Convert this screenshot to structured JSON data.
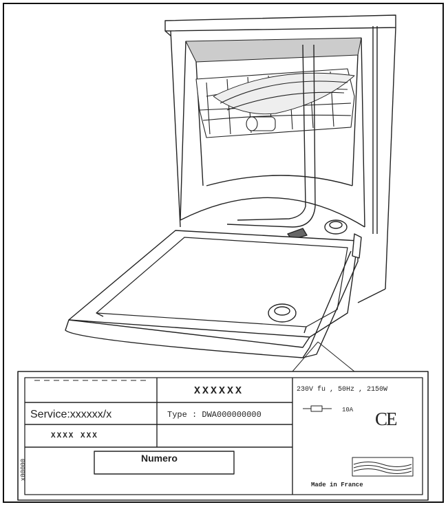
{
  "rating_plate": {
    "top_code": "XXXXXX",
    "service": "Service:xxxxxx/x",
    "type": "Type : DWA000000000",
    "code_row": "XXXX   XXX",
    "numero": "Numero",
    "electrical": "230V  fu  , 50Hz , 2150W",
    "fuse": "10A",
    "ce_mark": "CE",
    "made_in": "Made in  France",
    "vertical_code": "x00000"
  }
}
